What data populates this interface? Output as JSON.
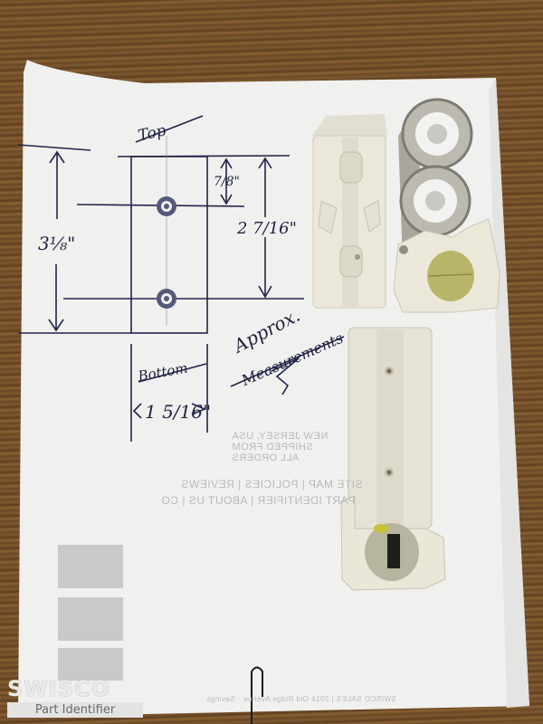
{
  "watermark": {
    "brand": "SWISCO",
    "subtitle": "Part Identifier"
  },
  "drawing": {
    "top_label": "Top",
    "bottom_label": "Bottom",
    "overall_height": "3⅛\"",
    "hole_offset": "7/8\"",
    "hole_spacing": "2 7/16\"",
    "width": "1 5/16\"",
    "note_line1": "Approx.",
    "note_line2": "Measurements"
  },
  "bleedthrough": {
    "line1": "NEW JERSEY, USA",
    "line2": "SHIPPED FROM",
    "line3": "ALL ORDERS",
    "line4": "SITE MAP | POLICIES | REVIEWS",
    "line5": "PART IDENTIFIER | ABOUT US | CO",
    "footer": "SWISCO SALES | 2016 Old Ridge Avenue · Savings"
  },
  "colors": {
    "wood": "#6b4a26",
    "paper": "#f1f1ef",
    "ink": "#1f2140",
    "plastic": "#ece8da",
    "metal": "#b8b6ac"
  }
}
